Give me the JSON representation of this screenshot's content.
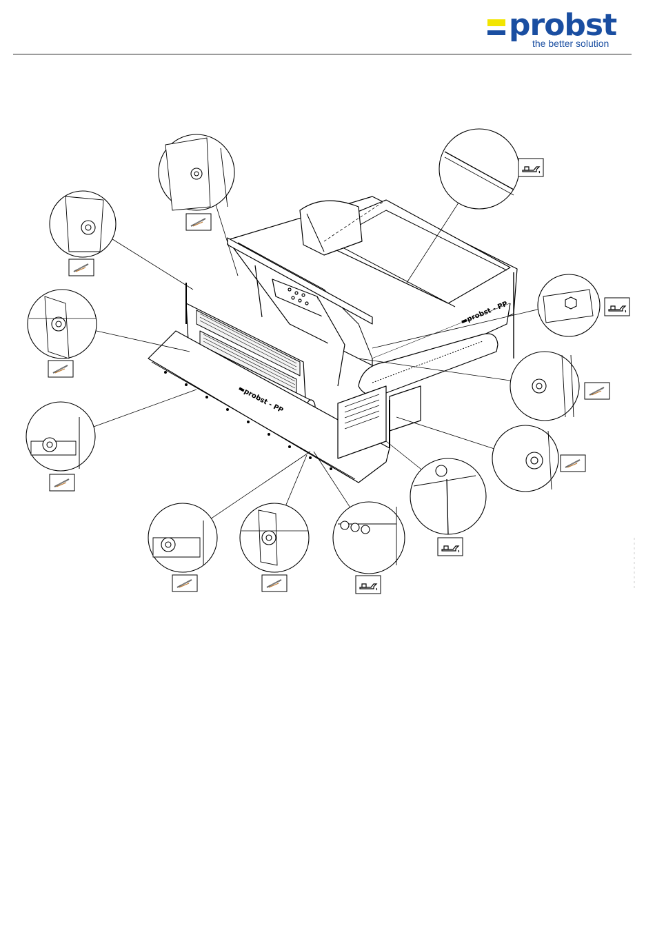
{
  "header": {
    "brand": "probst",
    "tagline": "the better solution",
    "brand_color": "#1a4ea1",
    "accent_color": "#f2e500"
  },
  "figure": {
    "icons": {
      "oil": "oil-can-icon",
      "grease": "grease-gun-icon"
    },
    "machine_lettering": "probst"
  }
}
